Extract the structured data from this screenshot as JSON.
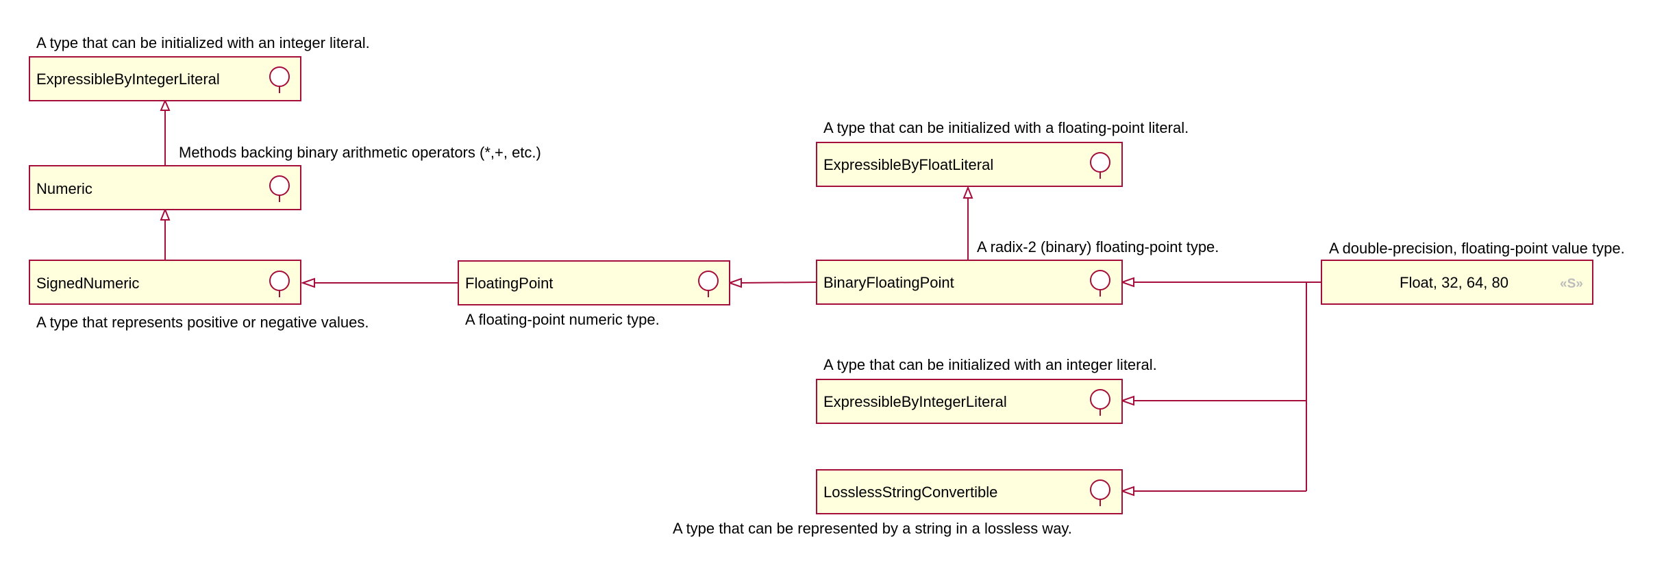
{
  "colors": {
    "box_fill": "#ffffdd",
    "box_stroke": "#a50d3b",
    "stereotype_text": "#bcbcbc"
  },
  "icons": {
    "protocol_marker": "lollipop-icon"
  },
  "nodes": {
    "expressible_by_integer_literal_top": {
      "label": "ExpressibleByIntegerLiteral",
      "note": "A type that can be initialized with an integer literal."
    },
    "numeric": {
      "label": "Numeric",
      "note": "Methods backing binary arithmetic operators (*,+, etc.)"
    },
    "signed_numeric": {
      "label": "SignedNumeric",
      "note": "A type that represents positive or negative values."
    },
    "floating_point": {
      "label": "FloatingPoint",
      "note": "A floating-point numeric type."
    },
    "expressible_by_float_literal": {
      "label": "ExpressibleByFloatLiteral",
      "note": "A type that can be initialized with a floating-point literal."
    },
    "binary_floating_point": {
      "label": "BinaryFloatingPoint",
      "note": "A radix-2 (binary) floating-point type."
    },
    "float_types": {
      "label": "Float, 32, 64, 80",
      "stereotype": "«S»",
      "note": "A double-precision, floating-point value type."
    },
    "expressible_by_integer_literal_right": {
      "label": "ExpressibleByIntegerLiteral",
      "note": "A type that can be initialized with an integer literal."
    },
    "lossless_string_convertible": {
      "label": "LosslessStringConvertible",
      "note": "A type that can be represented by a string in a lossless way."
    }
  }
}
